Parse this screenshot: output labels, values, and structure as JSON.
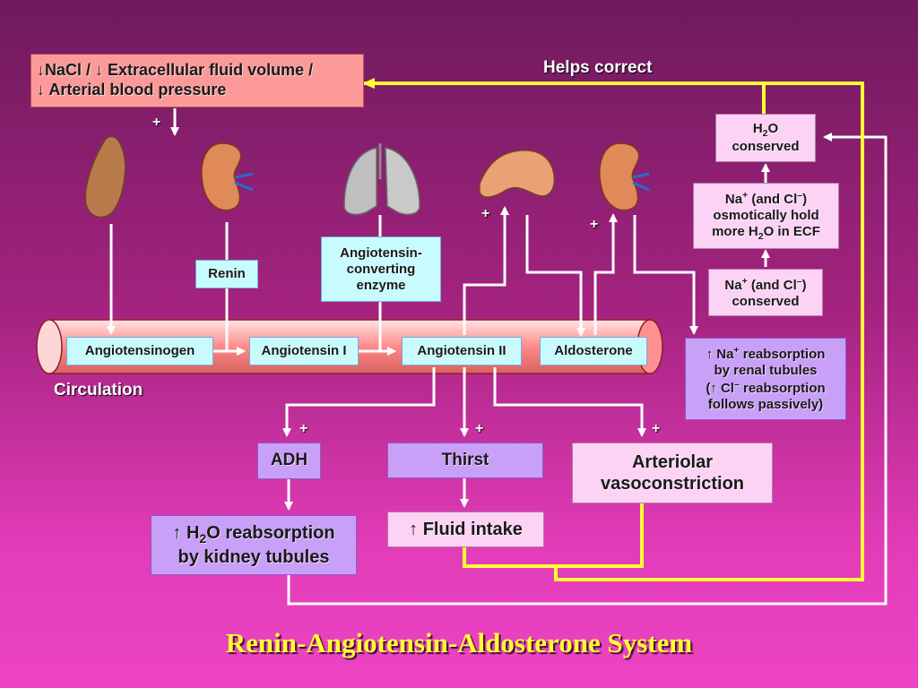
{
  "title": "Renin-Angiotensin-Aldosterone System",
  "labels": {
    "helps_correct": "Helps correct",
    "circulation": "Circulation",
    "plus": "+"
  },
  "boxes": {
    "trigger": {
      "prefix": "↓",
      "l1a": "NaCl / ",
      "l1b": "↓",
      "l1c": " Extracellular fluid volume /",
      "l2a": "↓",
      "l2b": " Arterial blood pressure"
    },
    "renin": "Renin",
    "ace": [
      "Angiotensin-",
      "converting",
      "enzyme"
    ],
    "angiotensinogen": "Angiotensinogen",
    "angiotensin_i": "Angiotensin I",
    "angiotensin_ii": "Angiotensin II",
    "aldosterone": "Aldosterone",
    "h2o_conserved": {
      "a": "H",
      "sub": "2",
      "b": "O",
      "c": "conserved"
    },
    "na_osmotic": {
      "l1a": "Na",
      "sup1": "+",
      "l1b": " (and Cl",
      "sup2": "–",
      "l1c": ")",
      "l2": "osmotically hold",
      "l3a": "more H",
      "sub": "2",
      "l3b": "O in ECF"
    },
    "na_conserved": {
      "l1a": "Na",
      "sup1": "+",
      "l1b": " (and Cl",
      "sup2": "–",
      "l1c": ")",
      "l2": "conserved"
    },
    "na_reabs": {
      "l1a": "↑ Na",
      "sup1": "+",
      "l1b": " reabsorption",
      "l2": "by renal tubules",
      "l3a": "(↑ Cl",
      "sup2": "–",
      "l3b": " reabsorption",
      "l4": "follows passively)"
    },
    "adh": "ADH",
    "thirst": "Thirst",
    "vaso": [
      "Arteriolar",
      "vasoconstriction"
    ],
    "h2o_reabs": {
      "l1a": "↑ H",
      "sub": "2",
      "l1b": "O reabsorption",
      "l2": "by kidney tubules"
    },
    "fluid": "↑ Fluid intake"
  },
  "organs": [
    "liver-icon",
    "kidney-icon",
    "lungs-icon",
    "adrenal-cortex-icon",
    "kidney-icon"
  ],
  "colors": {
    "feedback_line": "#ffff33",
    "arrow": "#ffffff",
    "title": "#ffff33"
  }
}
